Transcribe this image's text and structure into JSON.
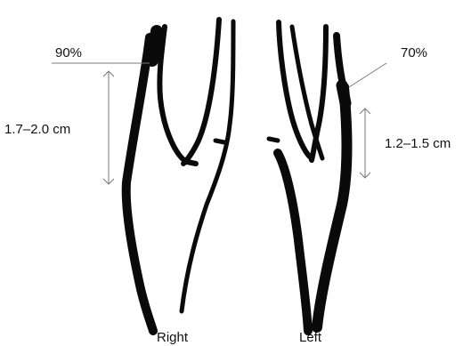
{
  "labels": {
    "right_stenosis": "90%",
    "left_stenosis": "70%",
    "right_length": "1.7–2.0 cm",
    "left_length": "1.2–1.5 cm",
    "right_side": "Right",
    "left_side": "Left"
  },
  "colors": {
    "vessel": "#0a0a0a",
    "annotation": "#7a7a7a",
    "text": "#111111"
  }
}
